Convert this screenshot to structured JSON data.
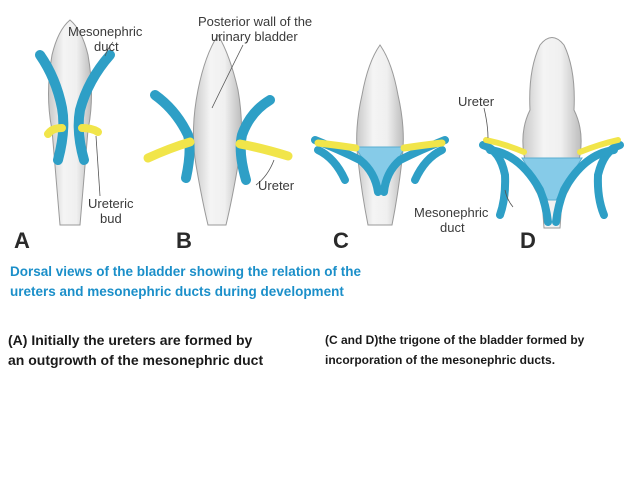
{
  "figure": {
    "labels": {
      "mesonephric_duct_a": [
        "Mesonephric",
        "duct"
      ],
      "posterior_wall": [
        "Posterior wall of the",
        "urinary bladder"
      ],
      "ureteric_bud": [
        "Ureteric",
        "bud"
      ],
      "ureter_b": "Ureter",
      "ureter_d": "Ureter",
      "mesonephric_duct_d": [
        "Mesonephric",
        "duct"
      ]
    },
    "panels": [
      "A",
      "B",
      "C",
      "D"
    ]
  },
  "caption": {
    "line1": "Dorsal views of the bladder showing the relation of the",
    "line2": "ureters and mesonephric ducts during development"
  },
  "notes": {
    "left": {
      "line1": "(A) Initially the ureters are formed by",
      "line2": "an outgrowth of the mesonephric duct"
    },
    "right": {
      "line1": "(C and D)the trigone of the bladder formed by",
      "line2": "incorporation of the mesonephric ducts."
    }
  },
  "colors": {
    "duct_blue": "#2e9fc6",
    "ureter_yellow": "#f1e54a",
    "trigone_blue": "#86cbe8",
    "bladder_grey": "#e6e6e6",
    "caption_blue": "#1b8fc9"
  }
}
